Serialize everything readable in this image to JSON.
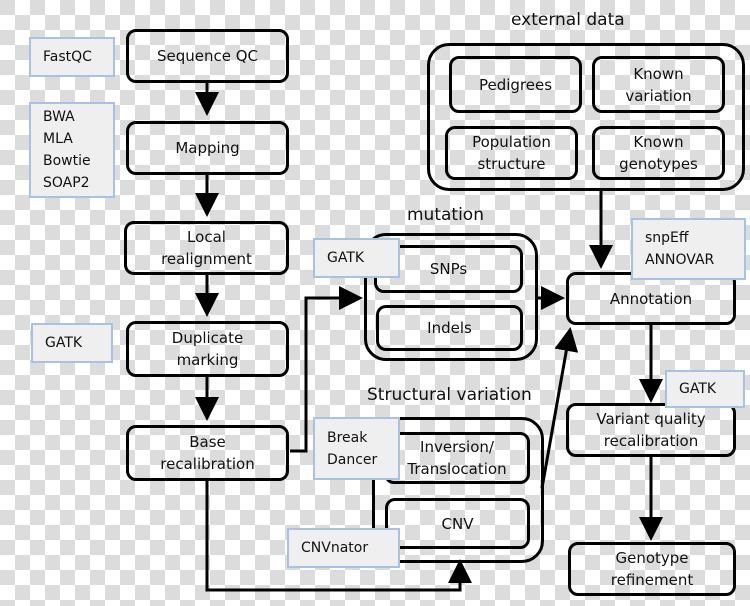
{
  "groups": {
    "external_data": {
      "title": "external data",
      "items": [
        "Pedigrees",
        "Known\nvariation",
        "Population\nstructure",
        "Known\ngenotypes"
      ]
    },
    "mutation": {
      "title": "mutation",
      "items": [
        "SNPs",
        "Indels"
      ]
    },
    "structural_variation": {
      "title": "Structural variation",
      "items": [
        "Inversion/\nTranslocation",
        "CNV"
      ]
    }
  },
  "pipeline": {
    "sequence_qc": "Sequence QC",
    "mapping": "Mapping",
    "local_realignment": "Local\nrealignment",
    "duplicate_marking": "Duplicate\nmarking",
    "base_recalibration": "Base\nrecalibration",
    "annotation": "Annotation",
    "variant_quality_recalibration": "Variant quality\nrecalibration",
    "genotype_refinement": "Genotype\nrefinement"
  },
  "tools": {
    "fastqc": "FastQC",
    "mappers": "BWA\nMLA\nBowtie\nSOAP2",
    "gatk_dup": "GATK",
    "gatk_mutation": "GATK",
    "breakdancer": "Break\nDancer",
    "cnvnator": "CNVnator",
    "annotators": "snpEff\nANNOVAR",
    "gatk_vqr": "GATK"
  }
}
